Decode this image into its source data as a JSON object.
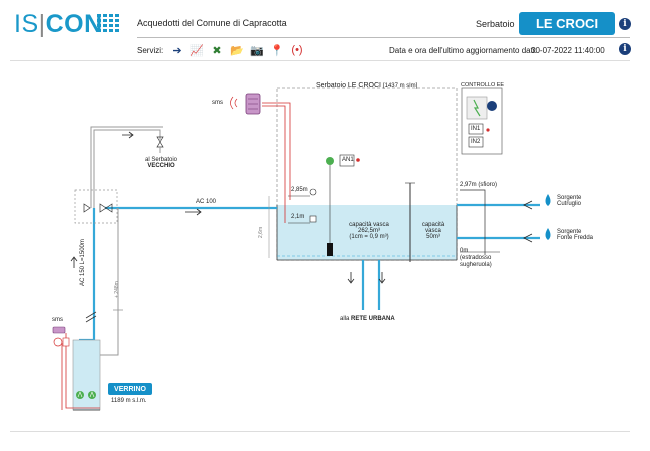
{
  "header": {
    "brand_left": "IS",
    "brand_sep": "|",
    "brand_right": "CON",
    "title": "Acquedotti del Comune di Capracotta",
    "tank_label": "Serbatoio",
    "tank_name": "LE CROCI",
    "services_label": "Servizi:",
    "update_label": "Data e ora dell'ultimo aggiornamento dati:",
    "update_value": "30-07-2022 11:40:00"
  },
  "services": [
    {
      "name": "navigate-icon",
      "glyph": "➔",
      "color": "#1b3f7a"
    },
    {
      "name": "chart-icon",
      "glyph": "📈",
      "color": "#b22222"
    },
    {
      "name": "excel-icon",
      "glyph": "✖",
      "color": "#2e7d32"
    },
    {
      "name": "folder-icon",
      "glyph": "📂",
      "color": "#1b3f7a"
    },
    {
      "name": "camera-icon",
      "glyph": "📷",
      "color": "#222222"
    },
    {
      "name": "location-pin-icon",
      "glyph": "📍",
      "color": "#d32f2f"
    },
    {
      "name": "broadcast-icon",
      "glyph": "(•)",
      "color": "#d32f2f"
    }
  ],
  "diagram": {
    "tank_title": "Serbatoio LE CROCI",
    "tank_altitude": "[1437 m slm]",
    "controllo_label": "CONTROLLO EE",
    "in1": "IN1",
    "in2": "IN2",
    "an1": "AN1",
    "sms_top": "sms",
    "sms_bottom": "sms",
    "al_serbatoio_1": "al Serbatoio",
    "al_serbatoio_2": "VECCHIO",
    "ac100": "AC 100",
    "ac150": "AC 150  L=1500m",
    "l248": "+ 248m",
    "level_285": "2,85m",
    "level_21": "2,1m",
    "depth_26": "2,6m",
    "vasca1_1": "capacità vasca",
    "vasca1_2": "262,5m³",
    "vasca1_3": "(1cm = 0,9 m³)",
    "vasca2_1": "capacità",
    "vasca2_2": "vasca",
    "vasca2_3": "50m³",
    "sfioro": "2,97m (sfioro)",
    "zero_1": "0m",
    "zero_2": "(estradosso",
    "zero_3": "sugheruola)",
    "sorgente1_1": "Sorgente",
    "sorgente1_2": "Cutruglio",
    "sorgente2_1": "Sorgente",
    "sorgente2_2": "Fonte Fredda",
    "rete_prefix": "alla",
    "rete_bold": "RETE URBANA",
    "verrino": "VERRINO",
    "verrino_alt": "1189 m s.l.m."
  },
  "colors": {
    "brand": "#1a98c9",
    "pipe": "#35a8d8",
    "water": "#cdeaf3",
    "signal": "#d32f2f",
    "sensor": "#4caf50",
    "dark_blue": "#1b3f7a"
  }
}
